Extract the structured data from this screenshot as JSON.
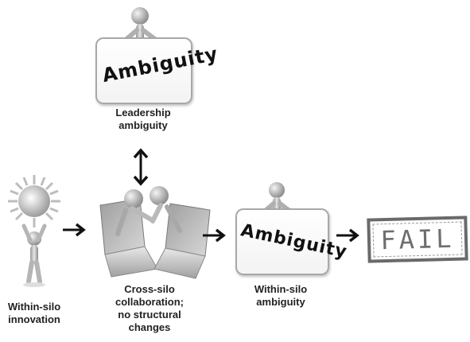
{
  "nodes": {
    "leadership": {
      "sign_text": "Ambiguity",
      "caption_lines": [
        "Leadership",
        "ambiguity"
      ]
    },
    "innovation": {
      "caption_lines": [
        "Within-silo",
        "innovation"
      ]
    },
    "collaboration": {
      "caption_lines": [
        "Cross-silo",
        "collaboration;",
        "no structural",
        "changes"
      ]
    },
    "within_silo_ambiguity": {
      "sign_text": "Ambiguity",
      "caption_lines": [
        "Within-silo",
        "ambiguity"
      ]
    },
    "fail": {
      "stamp_text": "FAIL"
    }
  },
  "colors": {
    "figure": "#c8c8c8",
    "figure_shade": "#8a8a8a",
    "sign_border": "#9a9a9a",
    "arrow": "#111111",
    "sun": "#d9d9d9",
    "stamp": "#6a6a6a"
  }
}
